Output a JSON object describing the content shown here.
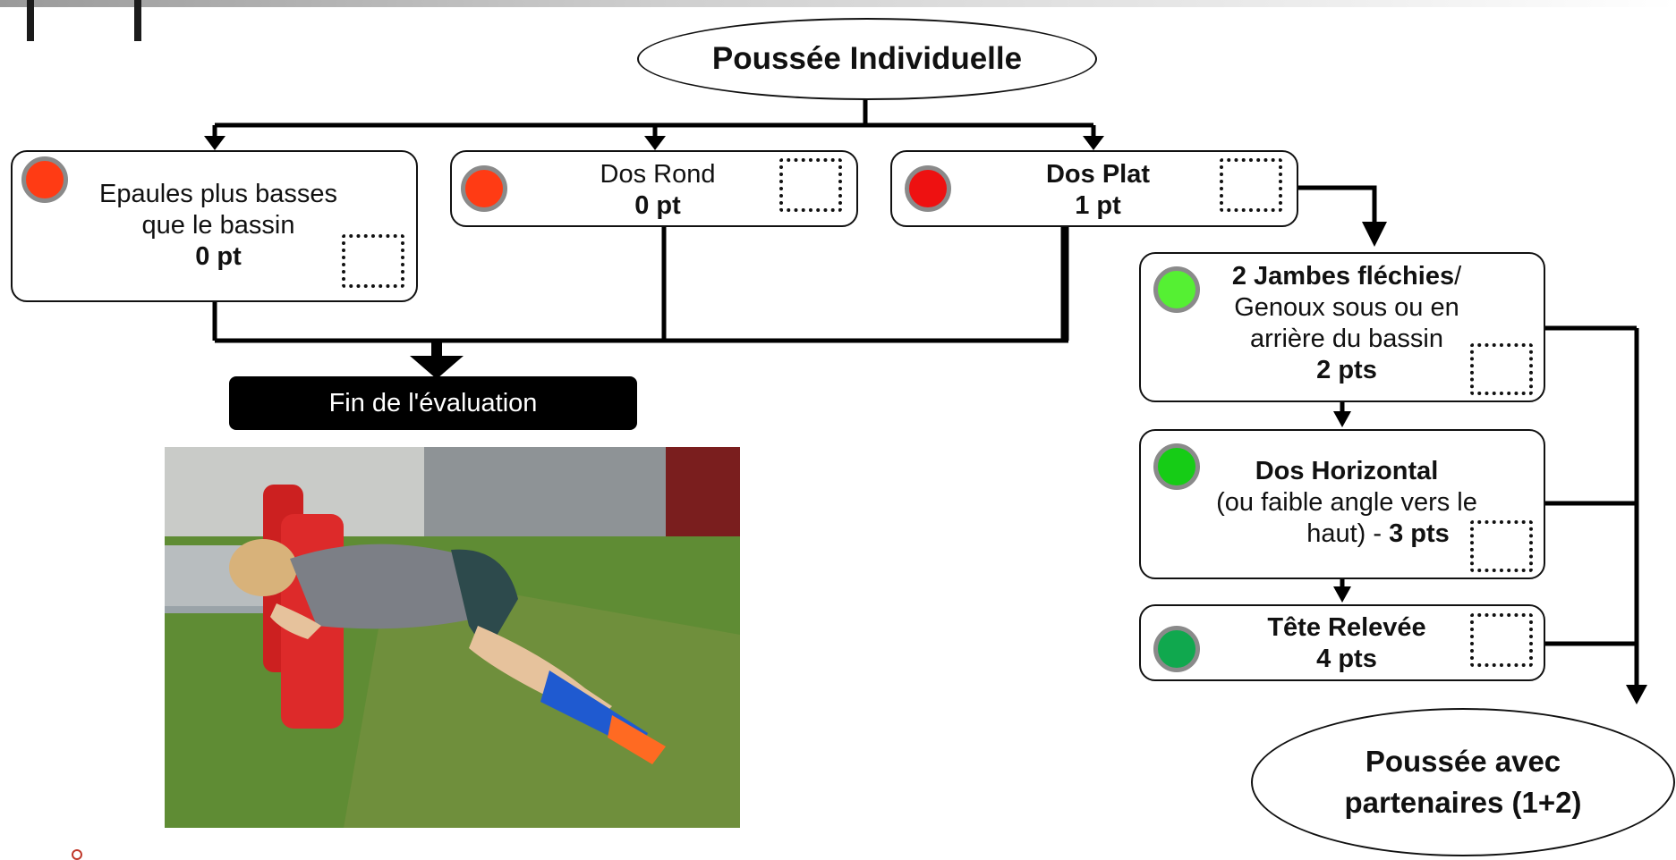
{
  "title": "Poussée Individuelle",
  "colors": {
    "red_orange": "#ff3b14",
    "red": "#ee1111",
    "green_light": "#55f033",
    "green": "#16cc16",
    "green_dark": "#10a84e",
    "dot_border": "#8a8a8a",
    "end_bar": "#000000"
  },
  "criteria_row1": [
    {
      "lines": [
        "Epaules plus basses",
        "que le bassin"
      ],
      "points": "0 pt",
      "dot_color": "red_orange"
    },
    {
      "lines": [
        "Dos Rond"
      ],
      "points": "0 pt",
      "dot_color": "red_orange"
    },
    {
      "lines": [
        "Dos Plat"
      ],
      "points": "1 pt",
      "dot_color": "red"
    }
  ],
  "end": {
    "label": "Fin de l'évaluation"
  },
  "progression": [
    {
      "line1_bold": "2 Jambes fléchies",
      "line1_rest": "/",
      "line2": "Genoux sous ou en",
      "line3": "arrière du bassin",
      "points": "2 pts",
      "dot_color": "green_light"
    },
    {
      "line1": "Dos Horizontal",
      "line2": "(ou faible angle vers le",
      "line3_prefix": "haut) - ",
      "points": "3 pts",
      "dot_color": "green"
    },
    {
      "line1": "Tête Relevée",
      "points": "4 pts",
      "dot_color": "green_dark"
    }
  ],
  "next": {
    "line1": "Poussée avec",
    "line2": "partenaires (1+2)"
  },
  "photo": {
    "alt": "photo-rugby-push"
  }
}
